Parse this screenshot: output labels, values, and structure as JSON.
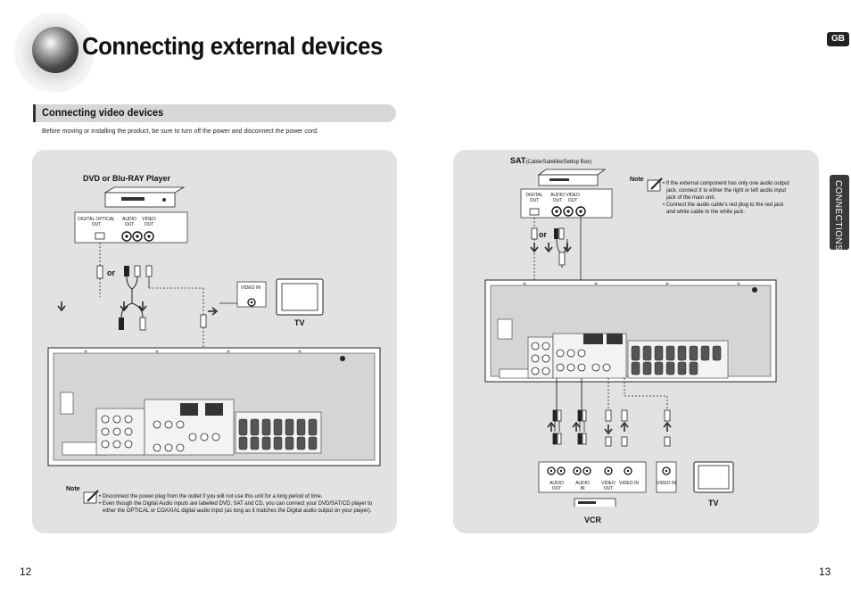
{
  "header": {
    "title": "Connecting external devices",
    "language_badge": "GB"
  },
  "section": {
    "title": "Connecting video devices",
    "intro": "Before moving or installing the product, be sure to turn off the power and disconnect the power cord."
  },
  "left_diagram": {
    "source_label": "DVD or Blu-RAY Player",
    "jack_labels": [
      "DIGITAL OPTICAL OUT",
      "AUDIO OUT",
      "VIDEO OUT"
    ],
    "or_label": "or",
    "tv_jack_label": "VIDEO IN",
    "tv_label": "TV"
  },
  "left_note": {
    "badge": "Note",
    "lines": [
      "• Disconnect the power plug from the outlet if you will not use this unit for a long period of time.",
      "• Even though the Digital Audio inputs are labelled DVD, SAT and CD, you can connect your DVD/SAT/CD player to",
      "either the OPTICAL or COAXIAL digital audio input (as long as it matches the Digital audio output on your player)."
    ]
  },
  "right_diagram": {
    "source_label": "SAT",
    "source_sublabel": "(Cable/Satellite/Settop Box)",
    "jack_labels": [
      "DIGITAL OUT",
      "AUDIO OUT",
      "VIDEO OUT"
    ],
    "or_label": "or",
    "vcr_jack_labels": [
      "AUDIO OUT",
      "AUDIO IN",
      "VIDEO OUT",
      "VIDEO IN"
    ],
    "vcr_label": "VCR",
    "tv_jack_label": "VIDEO IN",
    "tv_label": "TV"
  },
  "right_note": {
    "badge": "Note",
    "lines": [
      "• If the external component has only one audio output",
      "jack, connect it to either the right or left audio input",
      "jack of the main unit.",
      "• Connect the audio cable's red plug to the red jack",
      "and white cable to the white jack."
    ]
  },
  "side_tab": "CONNECTIONS",
  "page_numbers": {
    "left": "12",
    "right": "13"
  }
}
